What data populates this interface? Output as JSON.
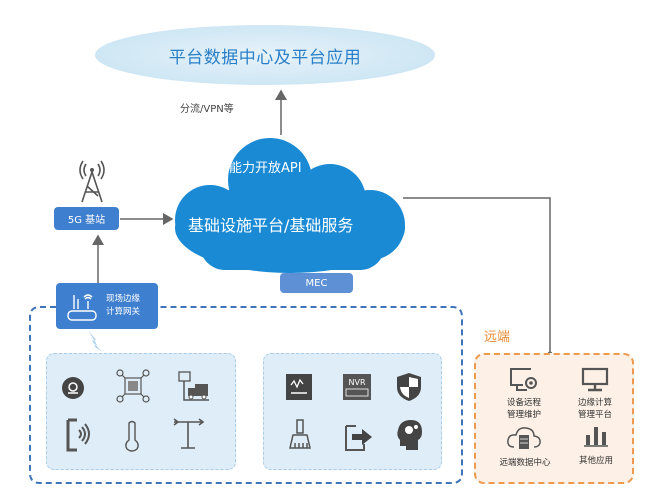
{
  "diagram": {
    "top_ellipse": {
      "label": "平台数据中心及平台应用"
    },
    "diversion_label": "分流/VPN等",
    "cloud": {
      "api_label": "能力开放API",
      "main_label": "基础设施平台/基础服务",
      "color": "#1a8ad4"
    },
    "mec_label": "MEC",
    "base_station": {
      "label": "5G 基站"
    },
    "gateway": {
      "line1": "现场边缘",
      "line2": "计算网关"
    },
    "field_devices_left": {
      "icons": [
        "camera-disc-icon",
        "sensor-hub-icon",
        "truck-scale-icon",
        "signal-reader-icon",
        "thermometer-icon",
        "weather-vane-icon"
      ]
    },
    "field_devices_right": {
      "icons": [
        "monitor-waveform-icon",
        "nvr-icon",
        "shield-icon",
        "broom-icon",
        "export-arrow-icon",
        "ai-head-icon"
      ]
    },
    "remote": {
      "title": "远端",
      "items": [
        {
          "icon": "remote-gear-monitor-icon",
          "line1": "设备远程",
          "line2": "管理维护"
        },
        {
          "icon": "monitor-icon",
          "line1": "边缘计算",
          "line2": "管理平台"
        },
        {
          "icon": "cloud-server-icon",
          "line1": "远端数据中心",
          "line2": ""
        },
        {
          "icon": "bar-chart-icon",
          "line1": "其他应用",
          "line2": ""
        }
      ]
    },
    "colors": {
      "primary_blue": "#3f7fcf",
      "cloud_blue": "#1a8ad4",
      "remote_orange": "#e88a35",
      "panel_bg": "#deedf7"
    }
  }
}
